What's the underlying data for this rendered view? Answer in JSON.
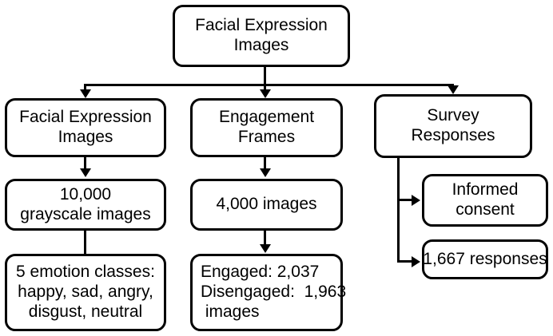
{
  "diagram": {
    "title": "Dataset composition flowchart",
    "stroke_color": "#000000",
    "background_color": "#ffffff",
    "nodes": {
      "root": {
        "line1": "Facial Expression",
        "line2": "Images"
      },
      "facial_expression_images": {
        "line1": "Facial Expression",
        "line2": "Images"
      },
      "grayscale_images": {
        "line1": "10,000",
        "line2": "grayscale images"
      },
      "emotion_classes": {
        "line1": "5 emotion classes:",
        "line2": "happy, sad, angry,",
        "line3": "disgust, neutral"
      },
      "engagement_frames": {
        "line1": "Engagement",
        "line2": "Frames"
      },
      "total_images": {
        "line1": "4,000 images"
      },
      "engagement_split": {
        "line1": "Engaged: 2,037",
        "line2": "Disengaged:  1,963",
        "line3": " images"
      },
      "survey_responses": {
        "line1": "Survey",
        "line2": "Responses"
      },
      "informed_consent": {
        "line1": "Informed",
        "line2": "consent"
      },
      "responses_count": {
        "line1": "1,667 responses"
      }
    },
    "edges": [
      {
        "from": "root",
        "to": "facial_expression_images",
        "type": "elbow-down-arrow"
      },
      {
        "from": "root",
        "to": "engagement_frames",
        "type": "straight-down-arrow"
      },
      {
        "from": "root",
        "to": "survey_responses",
        "type": "elbow-down-arrow"
      },
      {
        "from": "facial_expression_images",
        "to": "grayscale_images",
        "type": "straight-down-arrow"
      },
      {
        "from": "grayscale_images",
        "to": "emotion_classes",
        "type": "plain-line"
      },
      {
        "from": "engagement_frames",
        "to": "total_images",
        "type": "straight-down-arrow"
      },
      {
        "from": "total_images",
        "to": "engagement_split",
        "type": "straight-down-arrow"
      },
      {
        "from": "survey_responses",
        "to": "informed_consent",
        "type": "elbow-right-arrow"
      },
      {
        "from": "survey_responses",
        "to": "responses_count",
        "type": "elbow-right-arrow"
      }
    ]
  }
}
